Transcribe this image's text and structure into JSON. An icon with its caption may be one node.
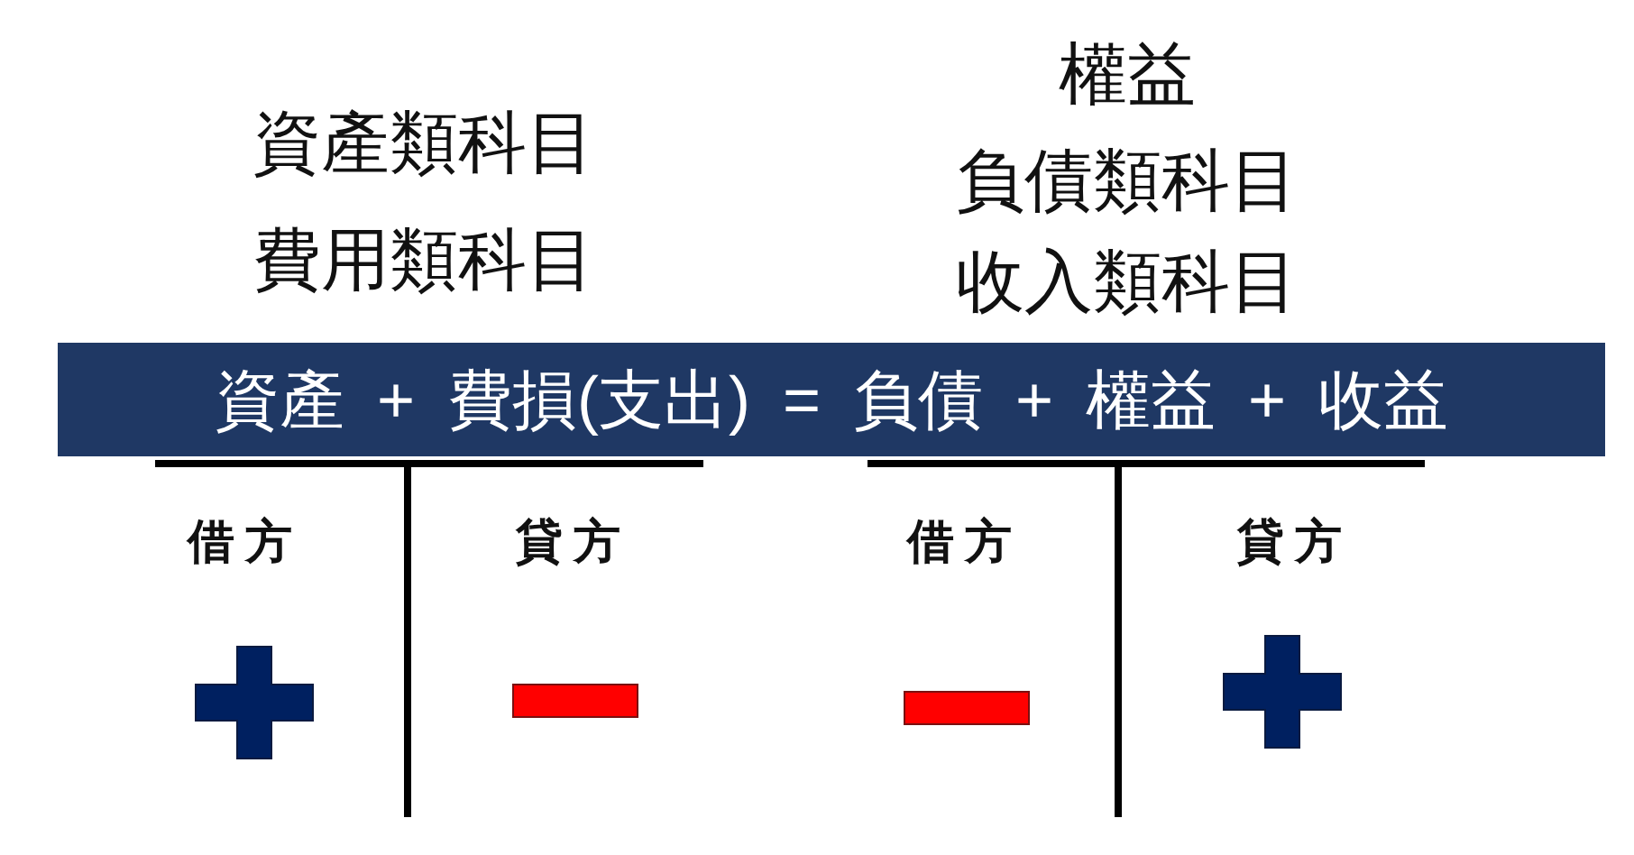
{
  "diagram": {
    "nodes": [
      {
        "text": [
          "資產 + 費損(支出) = 負債 + 權益 + 收益"
        ]
      }
    ],
    "labels": [
      "資產類科目",
      "費用類科目",
      "權益",
      "負債類科目",
      "收入類科目",
      "借方",
      "貸方",
      "借方",
      "貸方"
    ]
  }
}
